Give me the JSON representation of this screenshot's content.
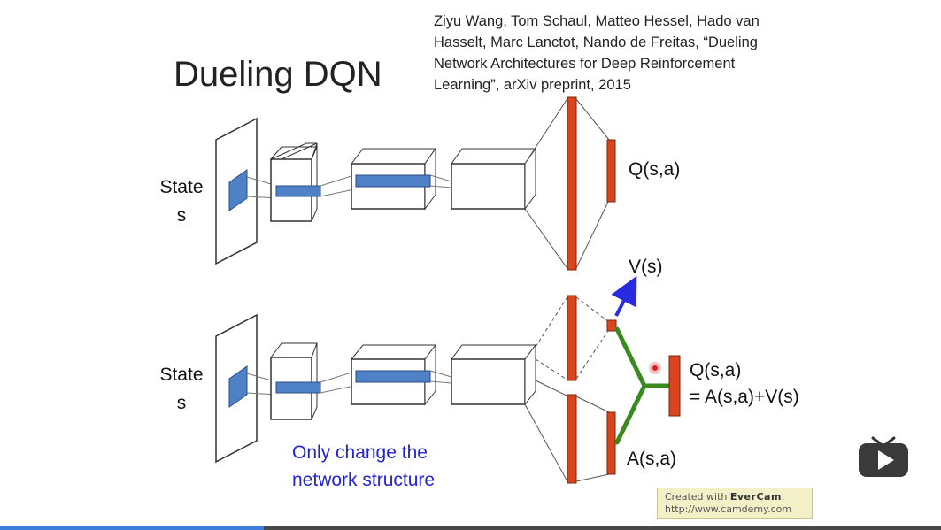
{
  "slide": {
    "title": "Dueling DQN",
    "citation_lines": [
      "Ziyu Wang, Tom Schaul, Matteo Hessel, Hado van",
      "Hasselt, Marc Lanctot, Nando de Freitas, “Dueling",
      "Network Architectures for Deep Reinforcement",
      "Learning”, arXiv preprint, 2015"
    ],
    "top_network": {
      "input_label_line1": "State",
      "input_label_line2": "s",
      "output_label": "Q(s,a)"
    },
    "bottom_network": {
      "input_label_line1": "State",
      "input_label_line2": "s",
      "value_label": "V(s)",
      "advantage_label": "A(s,a)",
      "output_label_line1": "Q(s,a)",
      "output_label_line2": "= A(s,a)+V(s)"
    },
    "note_line1": "Only change the",
    "note_line2": "network structure"
  },
  "watermark": {
    "created_with": "Created with",
    "brand": "EverCam",
    "url": "http://www.camdemy.com"
  },
  "player": {
    "progress_fraction": 0.28
  },
  "colors": {
    "layer_orange": "#d9461e",
    "feature_blue": "#4f81c9",
    "combine_green": "#3a8a1e",
    "arrow_blue": "#2a2ae0",
    "note_blue": "#2323d6"
  }
}
